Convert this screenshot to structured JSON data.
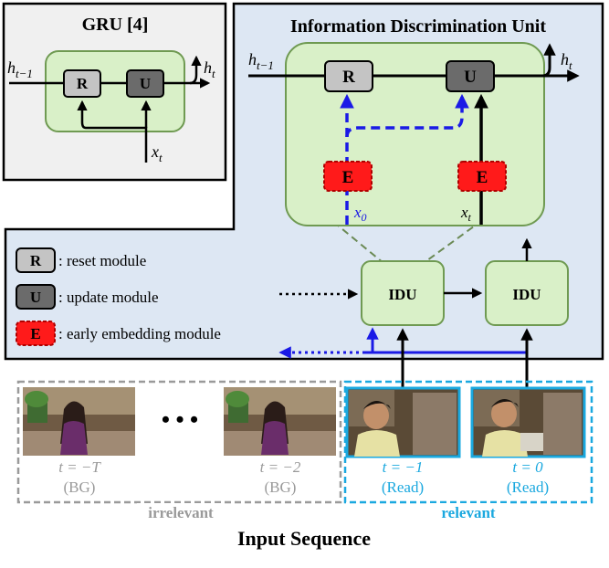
{
  "gru_panel": {
    "title": "GRU [4]",
    "input_h_prev": "h",
    "input_h_prev_sub": "t−1",
    "output_h": "h",
    "output_h_sub": "t",
    "input_x": "x",
    "input_x_sub": "t",
    "reset_label": "R",
    "update_label": "U"
  },
  "idu_panel": {
    "title": "Information Discrimination Unit",
    "input_h_prev": "h",
    "input_h_prev_sub": "t−1",
    "output_h": "h",
    "output_h_sub": "t",
    "reset_label": "R",
    "update_label": "U",
    "embed_label_left": "E",
    "embed_label_right": "E",
    "x0": "x",
    "x0_sub": "0",
    "xt": "x",
    "xt_sub": "t",
    "block_left": "IDU",
    "block_right": "IDU"
  },
  "legend": {
    "items": [
      {
        "key": "R",
        "text": ": reset module"
      },
      {
        "key": "U",
        "text": ": update module"
      },
      {
        "key": "E",
        "text": ": early embedding module"
      }
    ]
  },
  "sequence": {
    "dots": "• • •",
    "frames": [
      {
        "t_label": "t = −T",
        "class_label": "(BG)"
      },
      {
        "t_label": "t = −2",
        "class_label": "(BG)"
      },
      {
        "t_label": "t = −1",
        "class_label": "(Read)"
      },
      {
        "t_label": "t = 0",
        "class_label": "(Read)"
      }
    ],
    "irrelevant_label": "irrelevant",
    "relevant_label": "relevant",
    "caption": "Input Sequence"
  },
  "colors": {
    "panel_gray": "#f0f0f0",
    "panel_blue": "#dde7f3",
    "module_green": "#d9f0c8",
    "module_green_border": "#6f9a52",
    "reset_gray": "#c4c4c4",
    "update_gray": "#6b6b6b",
    "embed_red": "#ff1a1a",
    "flow_blue": "#1a1ae6",
    "relevant_cyan": "#1aa8df",
    "irrelevant_gray": "#9a9a9a"
  }
}
